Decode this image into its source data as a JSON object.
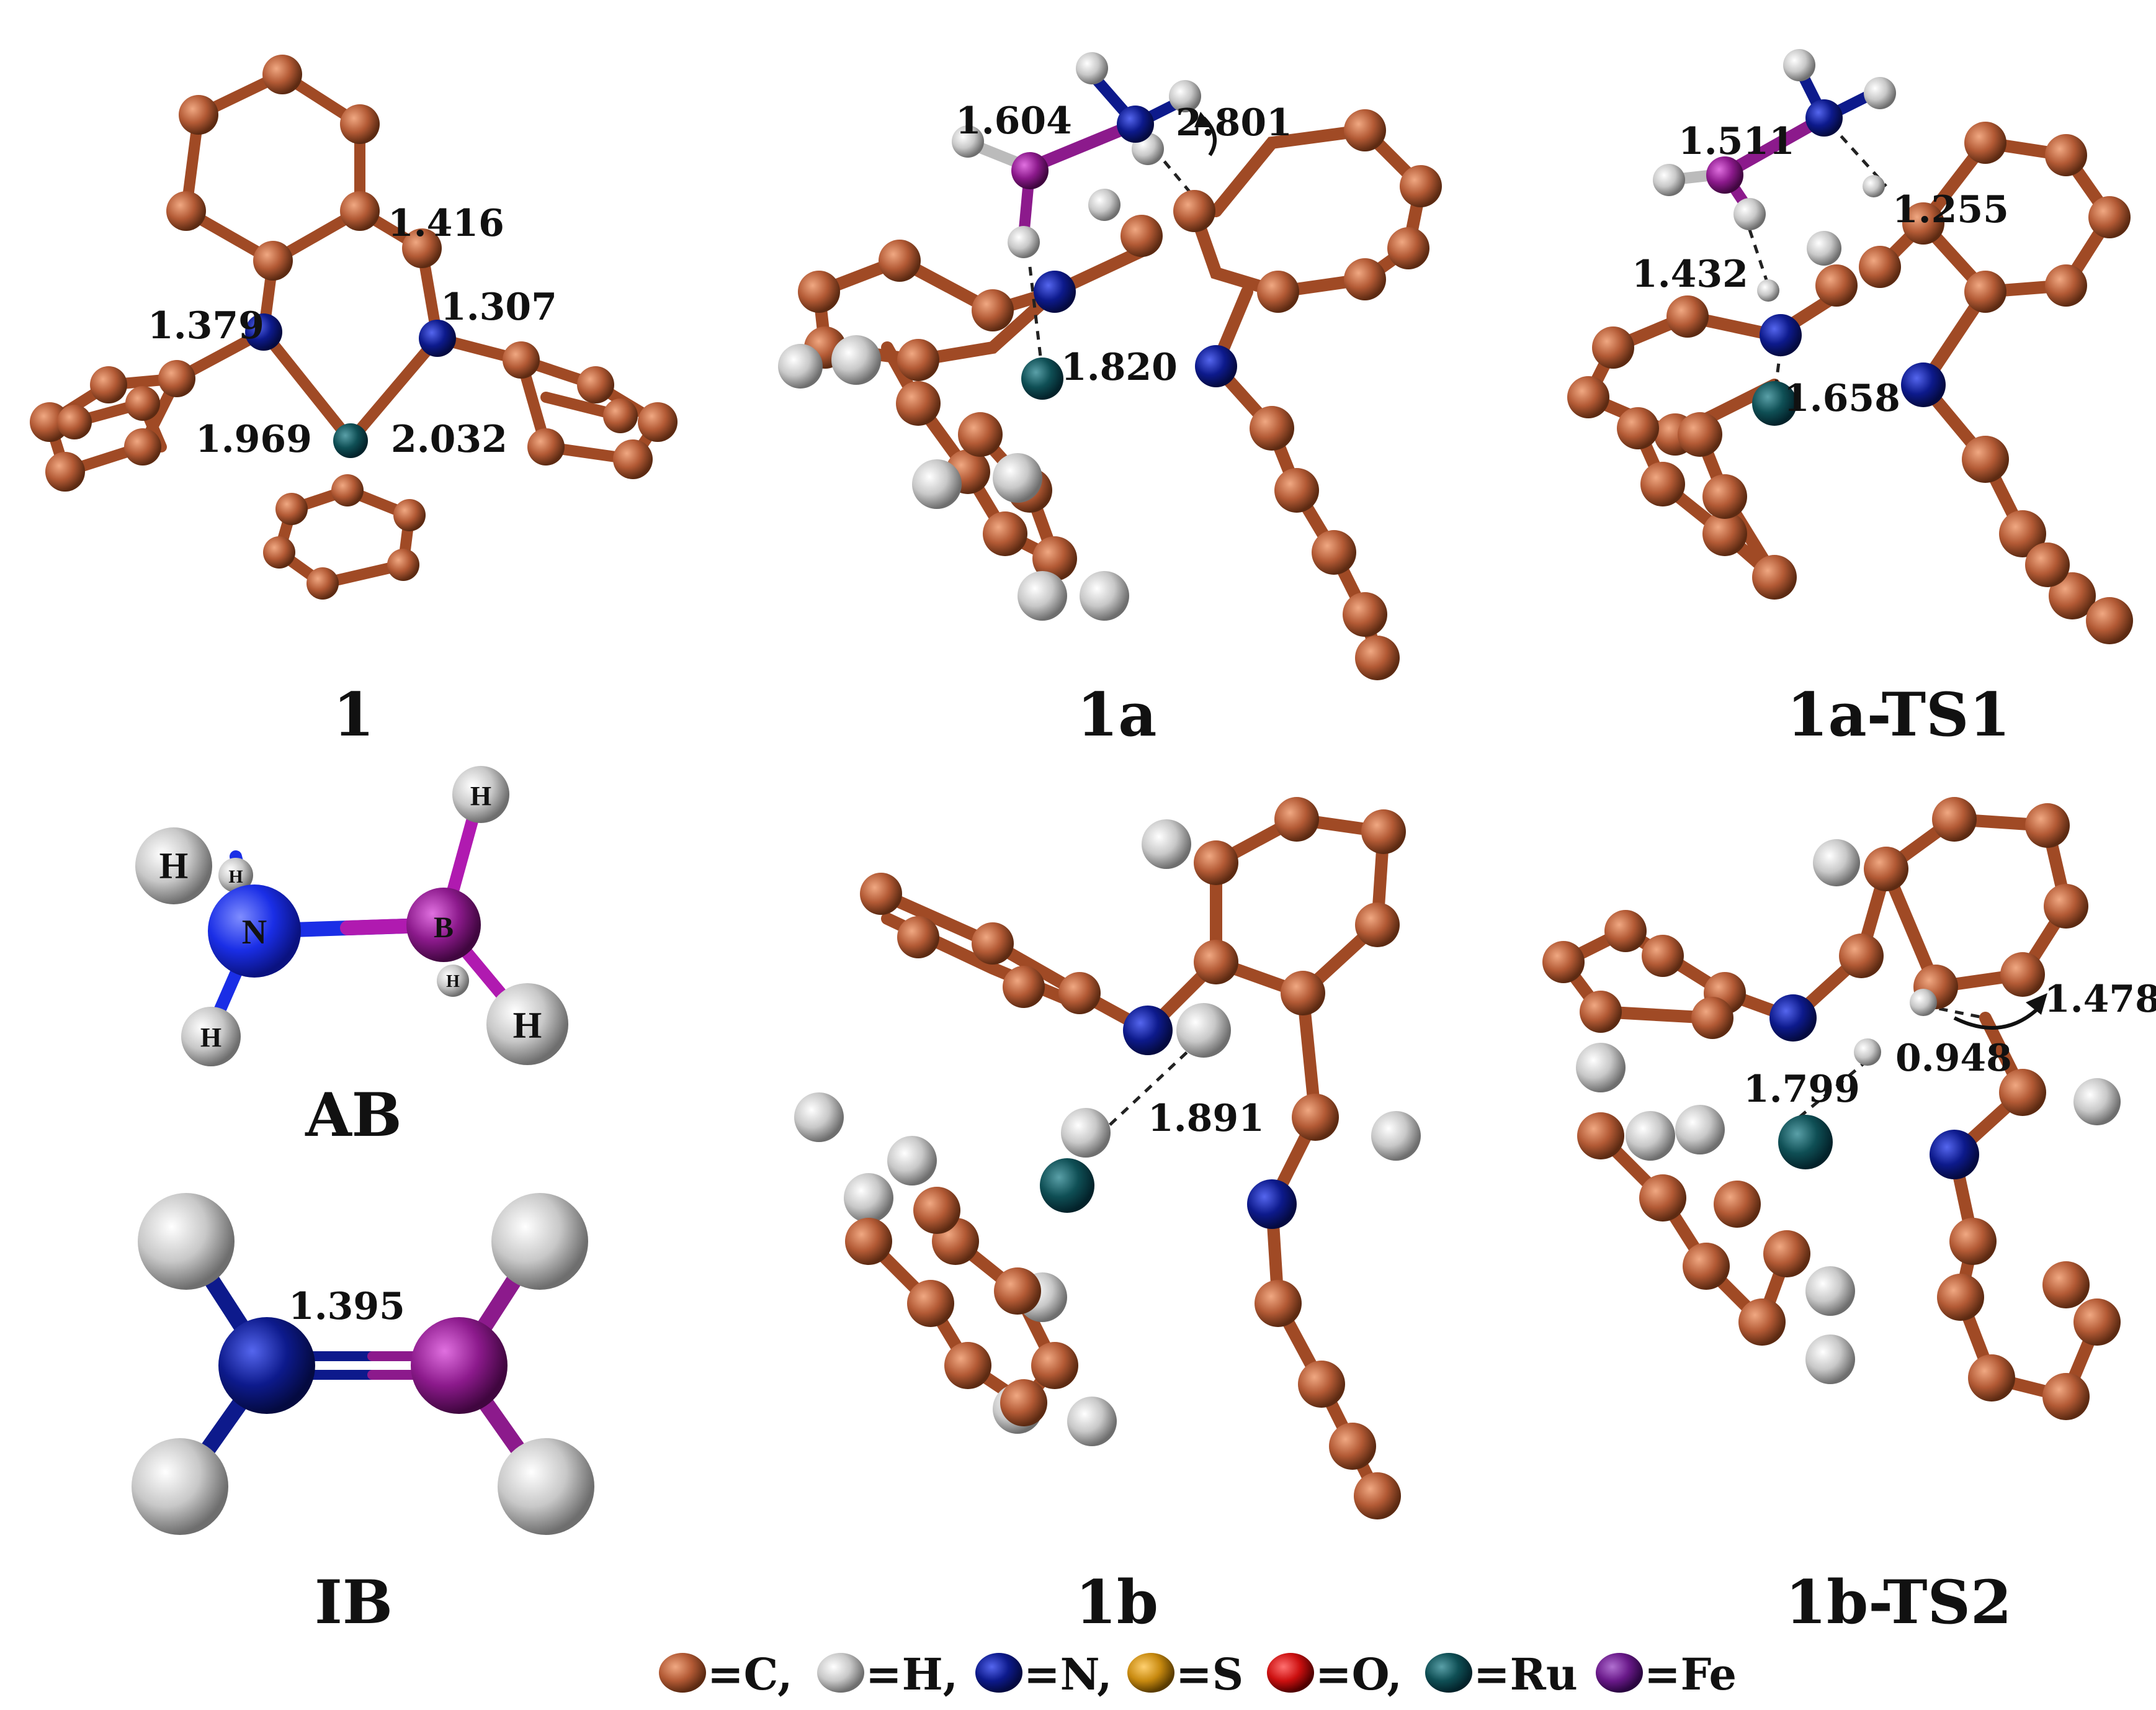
{
  "structures": [
    {
      "id": "1",
      "caption": "1",
      "distances": [
        "1.416",
        "1.379",
        "1.307",
        "1.969",
        "2.032"
      ]
    },
    {
      "id": "1a",
      "caption": "1a",
      "distances": [
        "1.604",
        "2.801",
        "1.820"
      ]
    },
    {
      "id": "1a-TS1",
      "caption": "1a-TS1",
      "distances": [
        "1.511",
        "1.255",
        "1.432",
        "1.658"
      ]
    },
    {
      "id": "AB",
      "caption": "AB",
      "atom_labels": [
        "H",
        "H",
        "N",
        "B",
        "H",
        "H",
        "H",
        "H"
      ]
    },
    {
      "id": "1b",
      "caption": "1b",
      "distances": [
        "1.891"
      ]
    },
    {
      "id": "1b-TS2",
      "caption": "1b-TS2",
      "distances": [
        "1.478",
        "0.948",
        "1.799"
      ]
    },
    {
      "id": "IB",
      "caption": "IB",
      "distances": [
        "1.395"
      ]
    }
  ],
  "legend": [
    {
      "label": "=C,",
      "color": "#b35a35"
    },
    {
      "label": "=H,",
      "color": "#c8c8c8"
    },
    {
      "label": "=N,",
      "color": "#0d1a8c"
    },
    {
      "label": "=S",
      "color": "#c88a10"
    },
    {
      "label": "=O,",
      "color": "#cc1010"
    },
    {
      "label": "=Ru",
      "color": "#0f4f55"
    },
    {
      "label": "=Fe",
      "color": "#6a1a8a"
    }
  ],
  "colors": {
    "carbon": "#b35a35",
    "hydrogen": "#c8c8c8",
    "nitrogen": "#0d1a8c",
    "ruthenium": "#0f4f55",
    "boron": "#8c1a8c",
    "nitrogen_bright": "#1a2ee6"
  }
}
